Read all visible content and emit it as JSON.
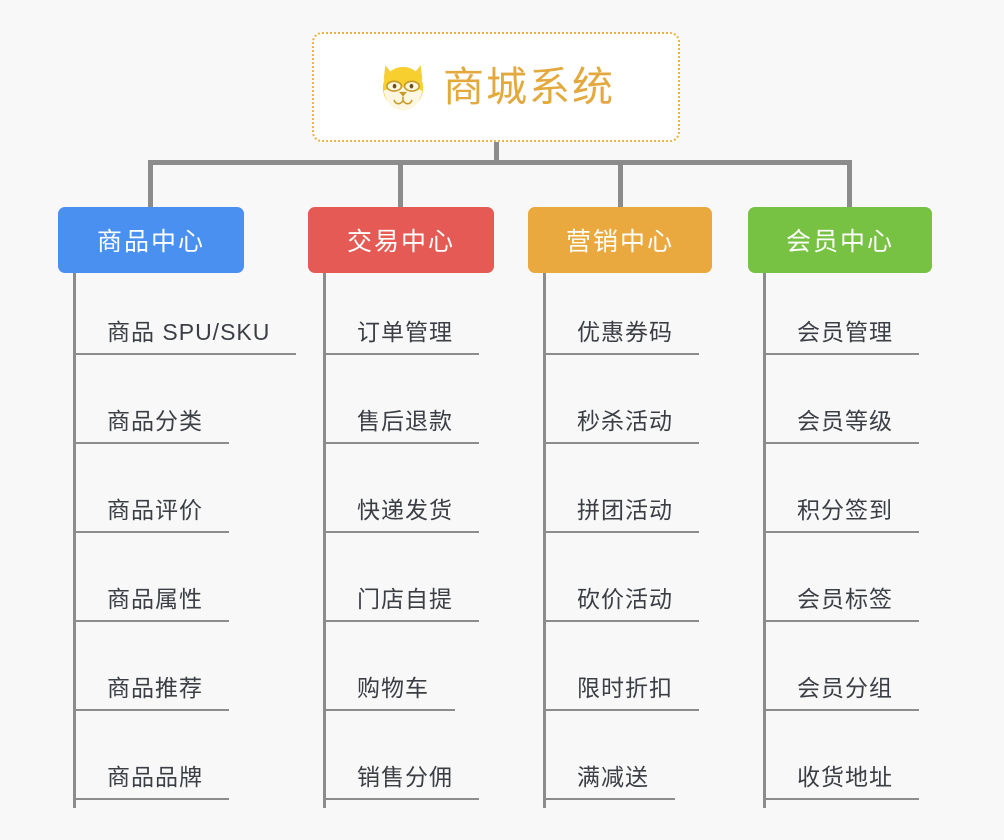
{
  "page": {
    "background_color": "#f8f8f8",
    "line_color": "#8c8c8c",
    "leaf_text_color": "#3b3f45"
  },
  "root": {
    "title": "商城系统",
    "icon": "shiba-dog-face-icon",
    "title_color": "#e3a93f",
    "border_color": "#edb142",
    "background_color": "#ffffff"
  },
  "columns": [
    {
      "title": "商品中心",
      "color": "#4a90f0",
      "items": [
        "商品 SPU/SKU",
        "商品分类",
        "商品评价",
        "商品属性",
        "商品推荐",
        "商品品牌"
      ]
    },
    {
      "title": "交易中心",
      "color": "#e55a55",
      "items": [
        "订单管理",
        "售后退款",
        "快递发货",
        "门店自提",
        "购物车",
        "销售分佣"
      ]
    },
    {
      "title": "营销中心",
      "color": "#eaa93e",
      "items": [
        "优惠券码",
        "秒杀活动",
        "拼团活动",
        "砍价活动",
        "限时折扣",
        "满减送"
      ]
    },
    {
      "title": "会员中心",
      "color": "#77c143",
      "items": [
        "会员管理",
        "会员等级",
        "积分签到",
        "会员标签",
        "会员分组",
        "收货地址"
      ]
    }
  ]
}
